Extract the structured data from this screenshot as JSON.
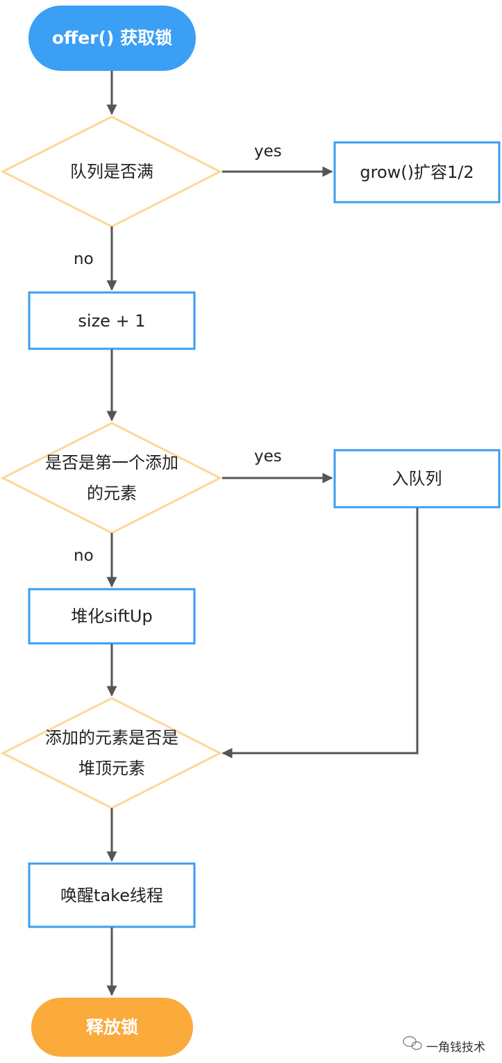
{
  "nodes": {
    "start": "offer() 获取锁",
    "queue_full": "队列是否满",
    "grow": "grow()扩容1/2",
    "size_inc": "size + 1",
    "is_first_line1": "是否是第一个添加",
    "is_first_line2": "的元素",
    "enqueue": "入队列",
    "sift_up": "堆化siftUp",
    "is_top_line1": "添加的元素是否是",
    "is_top_line2": "堆顶元素",
    "wake": "唤醒take线程",
    "end": "释放锁"
  },
  "edges": {
    "yes1": "yes",
    "no1": "no",
    "yes2": "yes",
    "no2": "no"
  },
  "watermark": "一角钱技术",
  "colors": {
    "start": "#3a9ff5",
    "end": "#fbaa3c",
    "box_border": "#3b9cf0",
    "diamond_border": "#fdd79a",
    "arrow": "#555555"
  }
}
